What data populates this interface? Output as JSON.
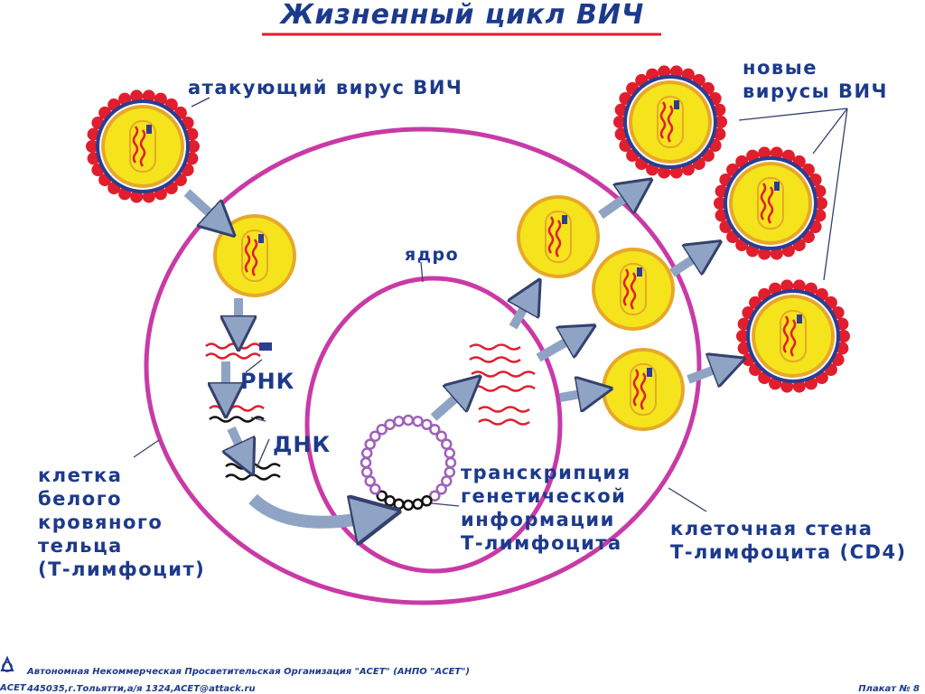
{
  "title": "Жизненный цикл ВИЧ",
  "labels": {
    "attacking_virus": "атакующий вирус ВИЧ",
    "new_viruses": [
      "новые",
      "вирусы ВИЧ"
    ],
    "nucleus": "ядро",
    "rna": "РНК",
    "dna": "ДНК",
    "white_cell": [
      "клетка",
      "белого",
      "кровяного",
      "тельца",
      "(Т-лимфоцит)"
    ],
    "transcription": [
      "транскрипция",
      "генетической",
      "информации",
      "Т-лимфоцита"
    ],
    "cell_wall": [
      "клеточная стена",
      "Т-лимфоцита (CD4)"
    ]
  },
  "footer": {
    "logo_text": "АСЕТ",
    "org": "Автономная Некоммерческая Просветительская Организация \"АСЕТ\" (АНПО \"АСЕТ\")",
    "address": "445035,г.Тольятти,а/я 1324,ACET@attack.ru",
    "poster": "Плакат № 8"
  },
  "colors": {
    "text": "#1c3a8c",
    "cell_membrane": "#c93aa6",
    "virus_core": "#f5e41c",
    "virus_rim": "#e7a82a",
    "spike": "#e01e2e",
    "envelope": "#2a3d92",
    "arrow": "#8fa4c4",
    "rna": "#e01e2e"
  }
}
